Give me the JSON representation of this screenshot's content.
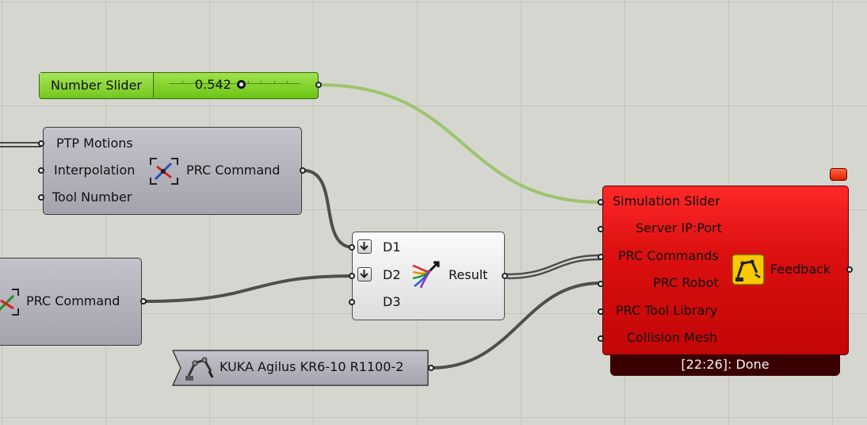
{
  "slider": {
    "name": "Number Slider",
    "value": "0.542",
    "level": 0.542
  },
  "prc_command_top": {
    "inputs": [
      "PTP Motions",
      "Interpolation",
      "Tool Number"
    ],
    "output": "PRC Command",
    "icon": "prc-command-icon"
  },
  "prc_command_left": {
    "output": "PRC Command",
    "icon": "prc-command-icon"
  },
  "merge": {
    "inputs": [
      "D1",
      "D2",
      "D3"
    ],
    "output": "Result",
    "icon": "merge-icon"
  },
  "kuka": {
    "label": "KUKA Agilus KR6-10 R1100-2",
    "icon": "robot-arm-icon"
  },
  "core": {
    "inputs": [
      "Simulation Slider",
      "Server IP:Port",
      "PRC Commands",
      "PRC Robot",
      "PRC Tool Library",
      "Collision Mesh"
    ],
    "output": "Feedback",
    "status": "[22:26]: Done",
    "icon": "robot-core-icon"
  },
  "colors": {
    "canvas": "#d6d6d0",
    "slider_green": "#7fd02a",
    "component_grey": "#b4b3bc",
    "component_red": "#dc1010",
    "wire": "#4e4e4e",
    "wire_selected": "#8fc060"
  }
}
